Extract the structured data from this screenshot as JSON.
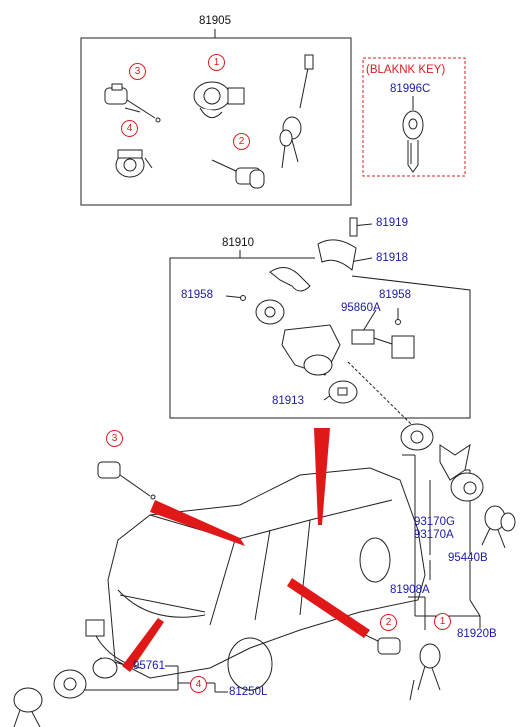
{
  "parts": {
    "p81905": "81905",
    "key_box_title": "(BLAKNK KEY)",
    "p81996C": "81996C",
    "p81919": "81919",
    "p81910": "81910",
    "p81918": "81918",
    "p81958_left": "81958",
    "p81958_right": "81958",
    "p95860A": "95860A",
    "p81913": "81913",
    "p93170G": "93170G",
    "p93170A": "93170A",
    "p95440B": "95440B",
    "p81908A": "81908A",
    "p81920B": "81920B",
    "p95761": "95761",
    "p81250L": "81250L"
  },
  "callouts": {
    "c1": "1",
    "c2": "2",
    "c3": "3",
    "c4": "4"
  },
  "colors": {
    "part_number": "#1a1aa6",
    "callout": "#d42020",
    "pointer": "#e01818",
    "line": "#222222"
  }
}
